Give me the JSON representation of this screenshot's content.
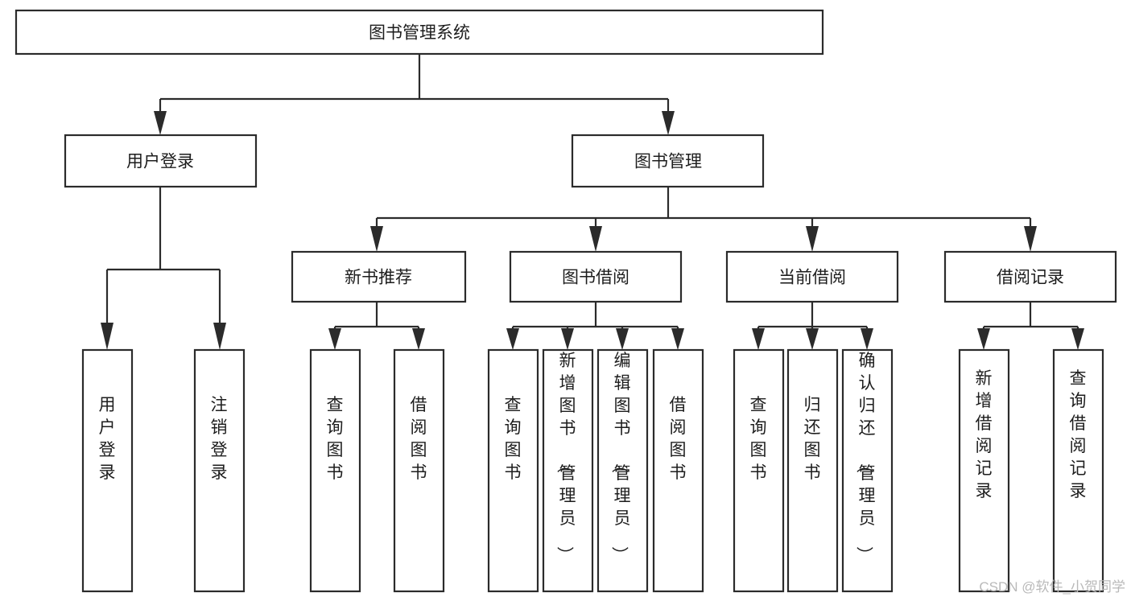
{
  "diagram": {
    "title": "图书管理系统",
    "type": "tree-hierarchy-diagram",
    "colors": {
      "stroke": "#2b2b2b",
      "fill": "#ffffff",
      "text": "#1d1d1d",
      "watermark": "#b9b9b9",
      "background": "#ffffff"
    },
    "root": {
      "label": "图书管理系统"
    },
    "level2": [
      {
        "label": "用户登录"
      },
      {
        "label": "图书管理"
      }
    ],
    "level3": [
      {
        "label": "新书推荐"
      },
      {
        "label": "图书借阅"
      },
      {
        "label": "当前借阅"
      },
      {
        "label": "借阅记录"
      }
    ],
    "leaves_user_login": [
      {
        "label": "用户登录"
      },
      {
        "label": "注销登录"
      }
    ],
    "leaves_new_book": [
      {
        "label": "查询图书"
      },
      {
        "label": "借阅图书"
      }
    ],
    "leaves_borrow": [
      {
        "label": "查询图书"
      },
      {
        "label": "新增图书（管理员）"
      },
      {
        "label": "编辑图书（管理员）"
      },
      {
        "label": "借阅图书"
      }
    ],
    "leaves_current": [
      {
        "label": "查询图书"
      },
      {
        "label": "归还图书"
      },
      {
        "label": "确认归还（管理员）"
      }
    ],
    "leaves_record": [
      {
        "label": "新增借阅记录"
      },
      {
        "label": "查询借阅记录"
      }
    ]
  },
  "watermark": {
    "text": "CSDN @软件_小贺同学"
  }
}
